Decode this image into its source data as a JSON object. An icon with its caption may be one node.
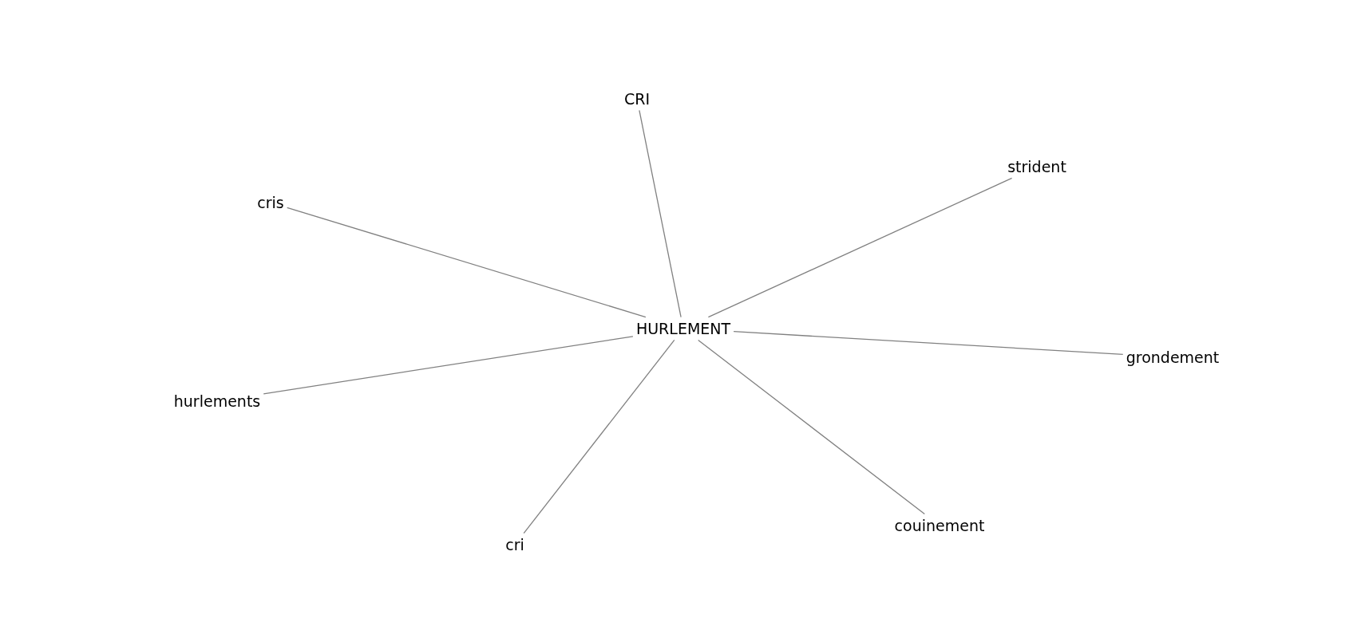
{
  "diagram": {
    "nodes": [
      {
        "text": [
          "CRI"
        ]
      },
      {
        "text": [
          "strident"
        ]
      },
      {
        "text": [
          "cris"
        ]
      },
      {
        "text": [
          "HURLEMENT"
        ]
      },
      {
        "text": [
          "grondement"
        ]
      },
      {
        "text": [
          "hurlements"
        ]
      },
      {
        "text": [
          "couinement"
        ]
      },
      {
        "text": [
          "cri"
        ]
      }
    ],
    "edges": [
      {
        "from": 3,
        "to": 0,
        "arrow": "none"
      },
      {
        "from": 3,
        "to": 1,
        "arrow": "none"
      },
      {
        "from": 3,
        "to": 2,
        "arrow": "none"
      },
      {
        "from": 3,
        "to": 4,
        "arrow": "none"
      },
      {
        "from": 3,
        "to": 5,
        "arrow": "none"
      },
      {
        "from": 3,
        "to": 6,
        "arrow": "none"
      },
      {
        "from": 3,
        "to": 7,
        "arrow": "none"
      }
    ]
  }
}
